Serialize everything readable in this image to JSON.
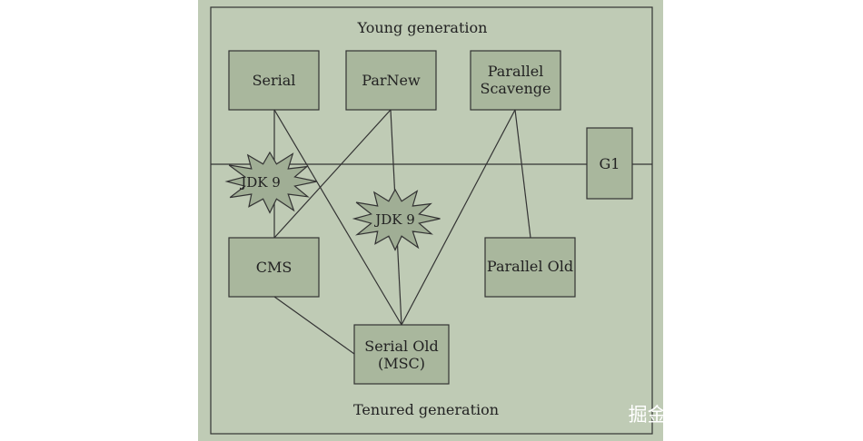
{
  "regions": {
    "young_label": "Young generation",
    "tenured_label": "Tenured generation"
  },
  "collectors": {
    "serial": {
      "lines": [
        "Serial"
      ]
    },
    "parnew": {
      "lines": [
        "ParNew"
      ]
    },
    "parallel_scavenge": {
      "lines": [
        "Parallel",
        "Scavenge"
      ]
    },
    "g1": {
      "lines": [
        "G1"
      ]
    },
    "cms": {
      "lines": [
        "CMS"
      ]
    },
    "parallel_old": {
      "lines": [
        "Parallel Old"
      ]
    },
    "serial_old": {
      "lines": [
        "Serial Old",
        "(MSC)"
      ]
    }
  },
  "deprecation_badges": [
    {
      "label": "JDK 9"
    },
    {
      "label": "JDK 9"
    }
  ],
  "watermark": "掘金技术社区 @ 日习一技",
  "colors": {
    "panel_bg": "#bfcbb5",
    "box_fill": "#a9b79d",
    "line": "#333333",
    "badge_fill": "#a0ae95"
  }
}
